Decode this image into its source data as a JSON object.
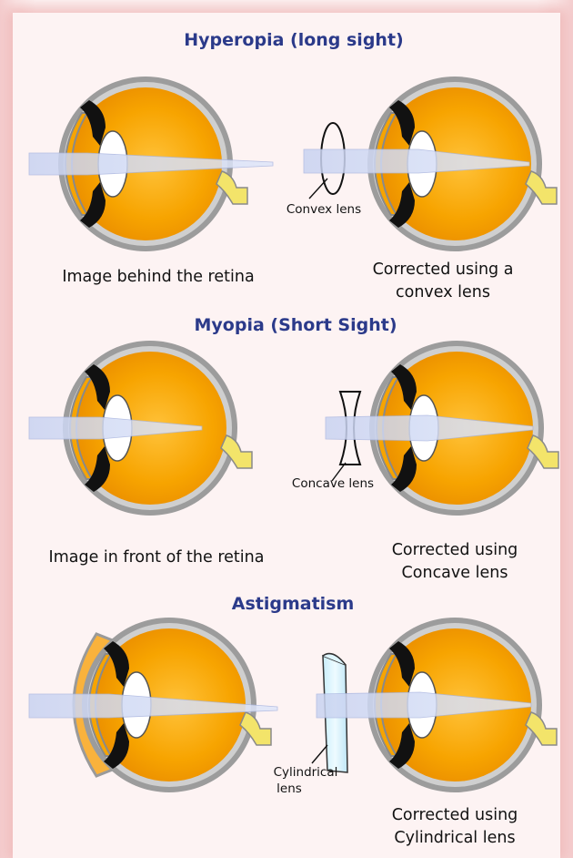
{
  "sections": [
    {
      "title": "Hyperopia (long sight)",
      "left_caption": [
        "Image behind the retina"
      ],
      "right_caption": [
        "Corrected using a",
        "convex lens"
      ],
      "lens_label": [
        "Convex lens"
      ],
      "lens_icon": "convex-lens-icon"
    },
    {
      "title": "Myopia (Short Sight)",
      "left_caption": [
        "Image in front of the retina"
      ],
      "right_caption": [
        "Corrected using",
        "Concave lens"
      ],
      "lens_label": [
        "Concave lens"
      ],
      "lens_icon": "concave-lens-icon"
    },
    {
      "title": "Astigmatism",
      "left_caption": [],
      "right_caption": [
        "Corrected using",
        "Cylindrical lens"
      ],
      "lens_label": [
        "Cylindrical",
        "lens"
      ],
      "lens_icon": "cylindrical-lens-icon"
    }
  ],
  "colors": {
    "title": "#2b3a8a",
    "eyeball": "#f5a000",
    "sclera": "#9a9a9a",
    "light_beam": "#c8d4f2",
    "lens": "#e6f8ff"
  }
}
